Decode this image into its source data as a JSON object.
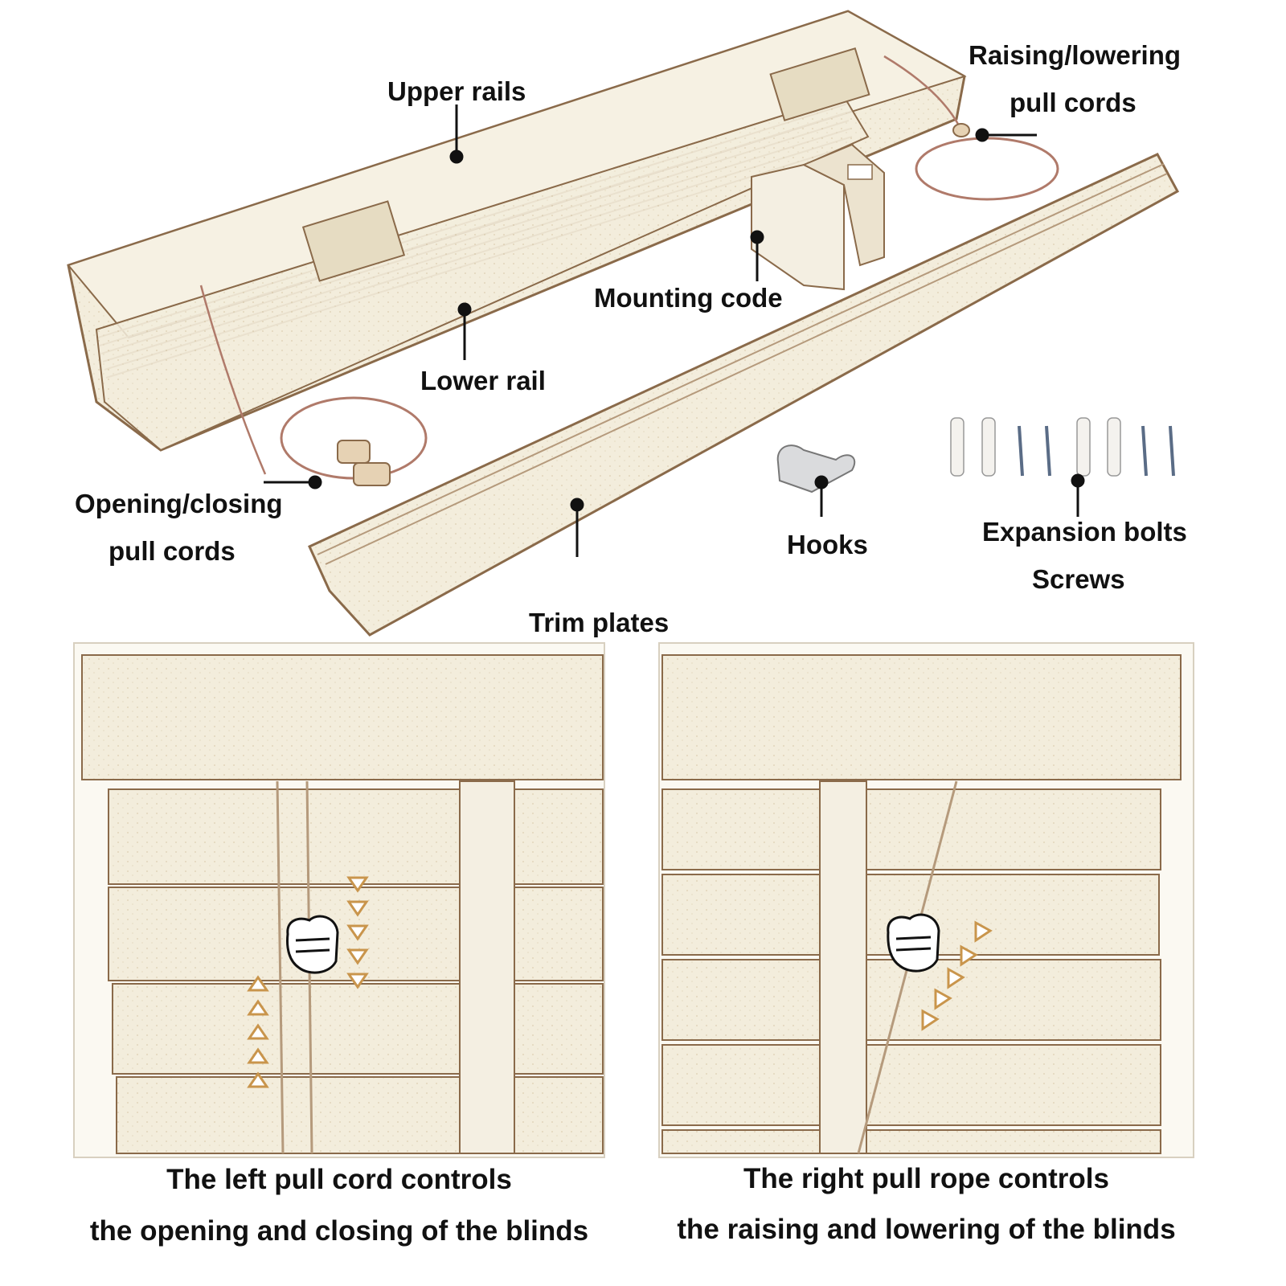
{
  "colors": {
    "wood": "#f2ecd9",
    "wood_shade": "#e6dcc2",
    "outline": "#8a6a4a",
    "cord": "#b07a6a",
    "arrow": "#c9954c",
    "leader": "#111111"
  },
  "labels": {
    "upper_rails": "Upper rails",
    "raising_lowering_1": "Raising/lowering",
    "raising_lowering_2": "pull cords",
    "mounting_code": "Mounting code",
    "lower_rail": "Lower rail",
    "opening_closing_1": "Opening/closing",
    "opening_closing_2": "pull cords",
    "hooks": "Hooks",
    "expansion_bolts": "Expansion bolts",
    "screws": "Screws",
    "trim_plates": "Trim plates"
  },
  "captions": {
    "left_1": "The left pull cord controls",
    "left_2": "the opening and closing of the blinds",
    "right_1": "The right pull rope controls",
    "right_2": "the raising and lowering of the blinds"
  },
  "icons": {
    "hand": "fist-icon",
    "arrow": "triangle-arrow-icon"
  }
}
